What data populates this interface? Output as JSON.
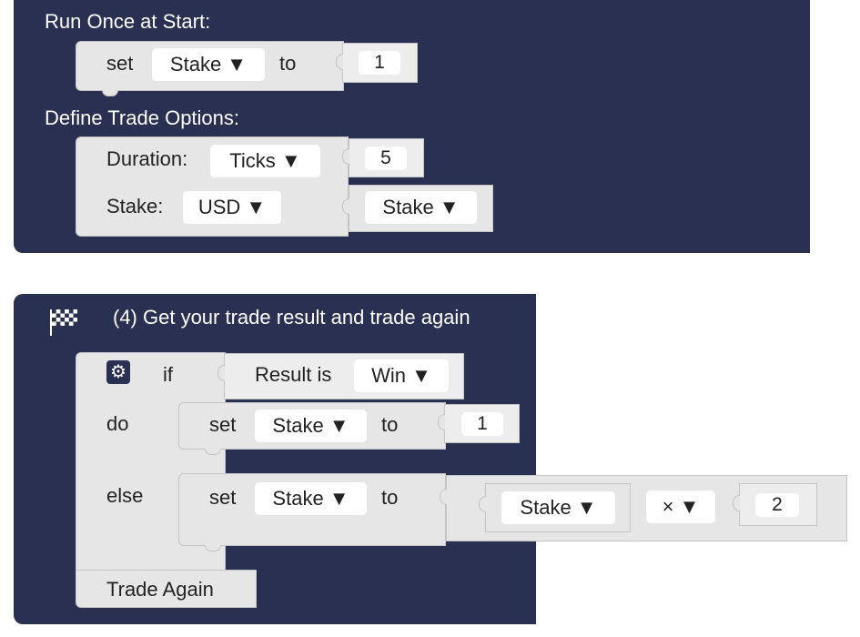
{
  "block1": {
    "header": "Run Once at Start:",
    "set_kw": "set",
    "var": "Stake ▼",
    "to_kw": "to",
    "value": "1",
    "section2": "Define Trade Options:",
    "duration_label": "Duration:",
    "duration_unit": "Ticks ▼",
    "duration_value": "5",
    "stake_label": "Stake:",
    "currency": "USD ▼",
    "stake_var": "Stake ▼"
  },
  "block2": {
    "title": "(4) Get your trade result and trade again",
    "if_kw": "if",
    "result_label": "Result is",
    "result_option": "Win ▼",
    "do_kw": "do",
    "do_set": "set",
    "do_var": "Stake ▼",
    "do_to": "to",
    "do_value": "1",
    "else_kw": "else",
    "else_set": "set",
    "else_var": "Stake ▼",
    "else_to": "to",
    "mult_var": "Stake ▼",
    "mult_op": "× ▼",
    "mult_value": "2",
    "trade_again": "Trade Again"
  },
  "colors": {
    "navy": "#2a3052",
    "block": "#e6e6e6",
    "pill": "#ffffff"
  },
  "icons": {
    "flag": "checkered-flag-icon",
    "settings": "gear-icon"
  }
}
